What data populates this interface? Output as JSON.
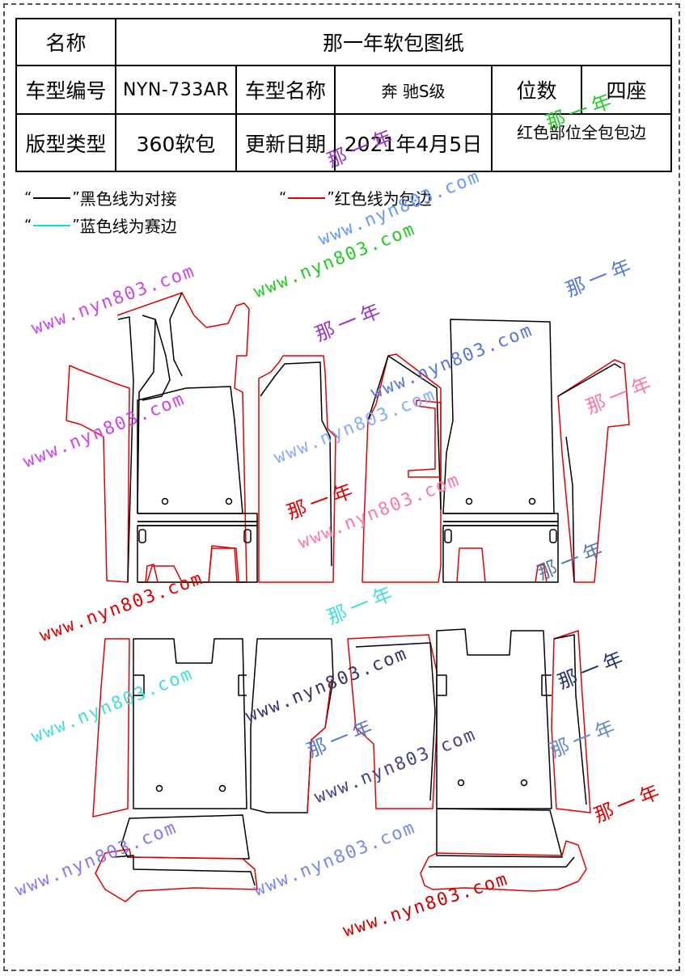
{
  "table": {
    "name_label": "名称",
    "name_value": "那一年软包图纸",
    "model_no_label": "车型编号",
    "model_no_value": "NYN-733AR",
    "model_name_label": "车型名称",
    "model_name_value": "奔 驰S级",
    "seats_label": "位数",
    "seats_value": "四座",
    "pattern_type_label": "版型类型",
    "pattern_type_value": "360软包",
    "update_date_label": "更新日期",
    "update_date_value": "2021年4月5日",
    "note": "红色部位全包包边"
  },
  "legend": {
    "black": {
      "quote_open": "“",
      "quote_close": "”",
      "text": "黑色线为对接",
      "color": "#000000"
    },
    "red": {
      "quote_open": "“",
      "quote_close": "”",
      "text": "红色线为包边",
      "color": "#e00000"
    },
    "cyan": {
      "quote_open": "“",
      "quote_close": "”",
      "text": "蓝色线为赛边",
      "color": "#00e0e8"
    }
  },
  "watermarks": {
    "url": "www.nyn803.com",
    "brand": "那一年"
  },
  "colors": {
    "black_line": "#000000",
    "red_line": "#e00000",
    "cyan_line": "#00e0e8"
  }
}
